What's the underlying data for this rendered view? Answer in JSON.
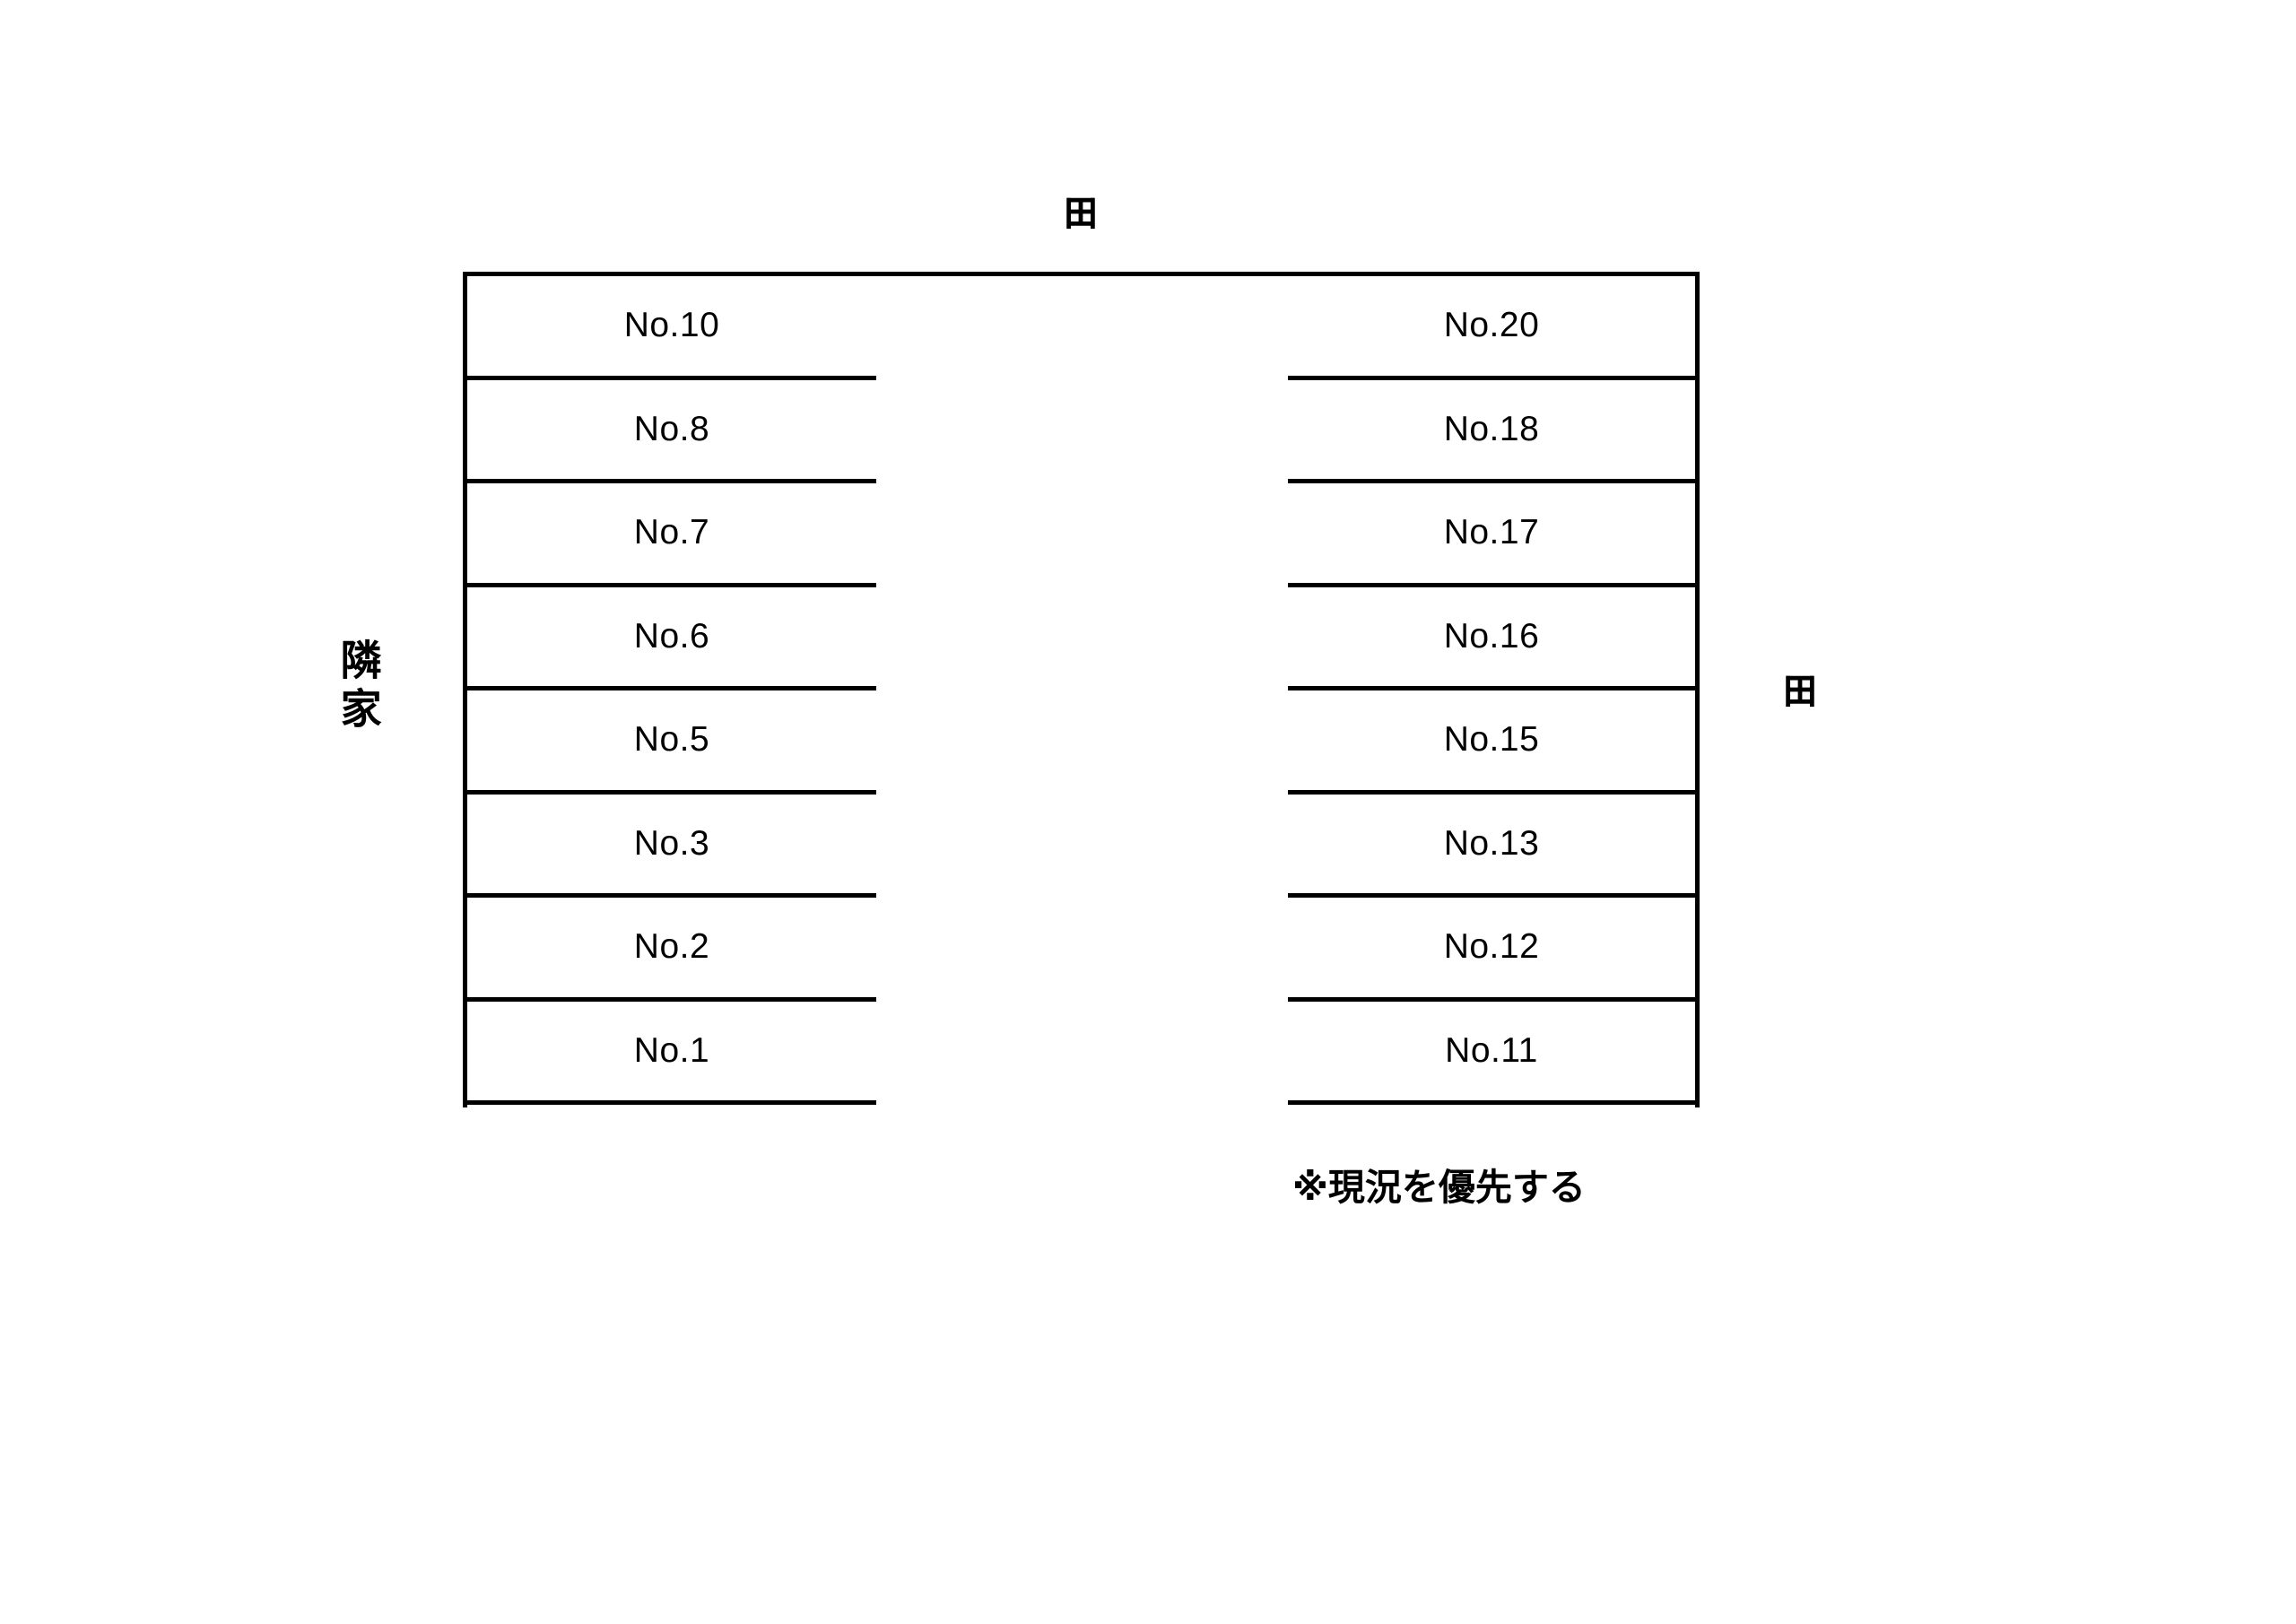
{
  "diagram": {
    "background_color": "#ffffff",
    "line_color": "#000000",
    "text_color": "#000000",
    "surroundings": {
      "top": "田",
      "right": "田",
      "left": "隣家"
    },
    "note": "※現況を優先する",
    "parking_columns": {
      "left": [
        "No.10",
        "No.8",
        "No.7",
        "No.6",
        "No.5",
        "No.3",
        "No.2",
        "No.1"
      ],
      "right": [
        "No.20",
        "No.18",
        "No.17",
        "No.16",
        "No.15",
        "No.13",
        "No.12",
        "No.11"
      ]
    }
  }
}
